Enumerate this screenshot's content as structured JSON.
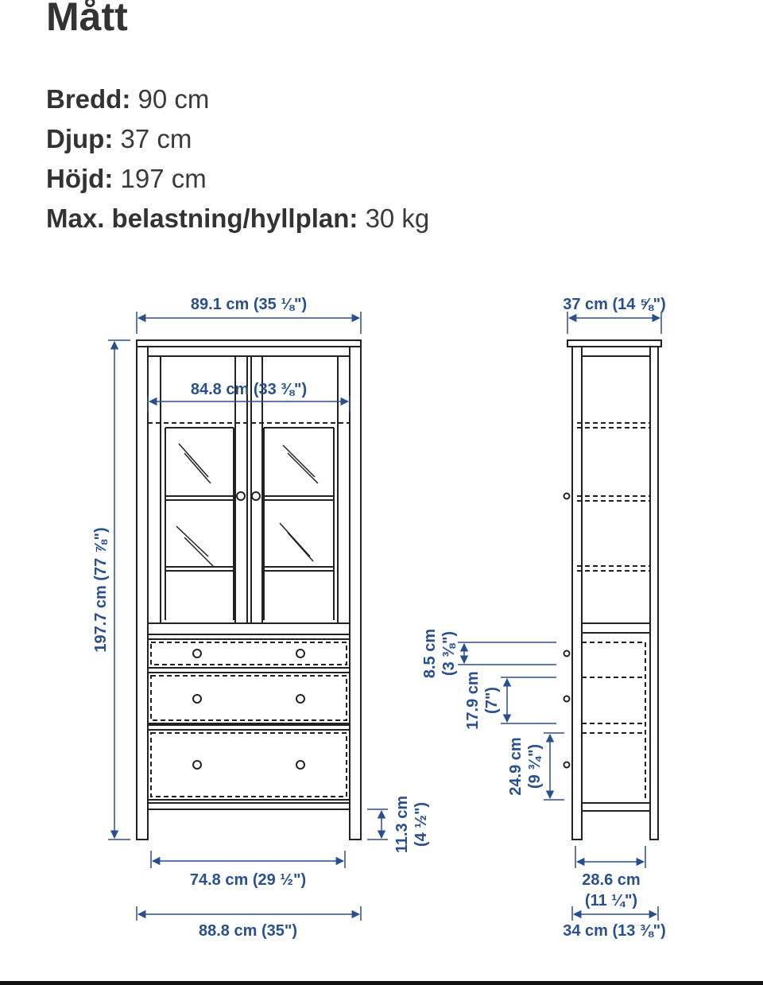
{
  "title": "Mått",
  "specs": [
    {
      "label": "Bredd:",
      "value": "90 cm"
    },
    {
      "label": "Djup:",
      "value": "37 cm"
    },
    {
      "label": "Höjd:",
      "value": "197 cm"
    },
    {
      "label": "Max. belastning/hyllplan:",
      "value": "30 kg"
    }
  ],
  "dimensions": {
    "top_width": "89.1 cm (35 ⅛\")",
    "inner_width": "84.8 cm (33 ⅜\")",
    "total_height": "197.7 cm (77 ⅞\")",
    "drawer_width": "74.8 cm (29 ½\")",
    "bottom_width": "88.8 cm (35\")",
    "leg_height_cm": "11.3 cm",
    "leg_height_in": "(4 ½\")",
    "depth_top": "37 cm (14 ⅝\")",
    "drawer1_cm": "8.5 cm",
    "drawer1_in": "(3 ⅜\")",
    "drawer2_cm": "17.9 cm",
    "drawer2_in": "(7\")",
    "drawer3_cm": "24.9 cm",
    "drawer3_in": "(9 ¾\")",
    "inner_depth_cm": "28.6 cm",
    "inner_depth_in": "(11 ¼\")",
    "bottom_depth": "34 cm (13 ⅜\")"
  },
  "colors": {
    "dimension": "#2a4f8f",
    "line": "#222222"
  }
}
